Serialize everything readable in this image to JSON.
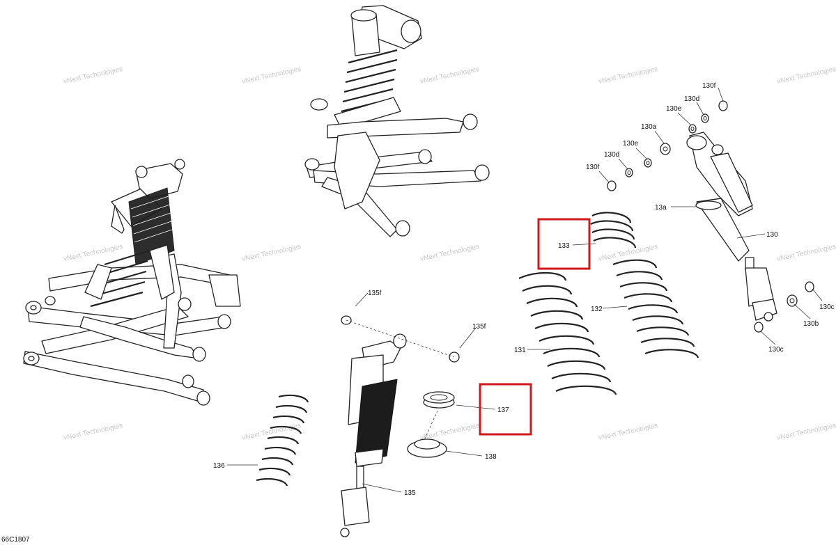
{
  "diagram_code": "66C1807",
  "watermark": {
    "line1": "vNext",
    "line2": "Technologies",
    "full": "vNext Technologies"
  },
  "callouts": [
    {
      "id": "c130f-1",
      "text": "130f"
    },
    {
      "id": "c130d-1",
      "text": "130d"
    },
    {
      "id": "c130e-1",
      "text": "130e"
    },
    {
      "id": "c130a",
      "text": "130a"
    },
    {
      "id": "c130e-2",
      "text": "130e"
    },
    {
      "id": "c130d-2",
      "text": "130d"
    },
    {
      "id": "c130f-2",
      "text": "130f"
    },
    {
      "id": "c13a",
      "text": "13a"
    },
    {
      "id": "c130",
      "text": "130"
    },
    {
      "id": "c130c-1",
      "text": "130c"
    },
    {
      "id": "c130b",
      "text": "130b"
    },
    {
      "id": "c130c-2",
      "text": "130c"
    },
    {
      "id": "c133",
      "text": "133"
    },
    {
      "id": "c132",
      "text": "132"
    },
    {
      "id": "c131",
      "text": "131"
    },
    {
      "id": "c135f-1",
      "text": "135f"
    },
    {
      "id": "c135f-2",
      "text": "135f"
    },
    {
      "id": "c137",
      "text": "137"
    },
    {
      "id": "c138",
      "text": "138"
    },
    {
      "id": "c136",
      "text": "136"
    },
    {
      "id": "c135",
      "text": "135"
    }
  ],
  "highlight_color": "#d0181b"
}
